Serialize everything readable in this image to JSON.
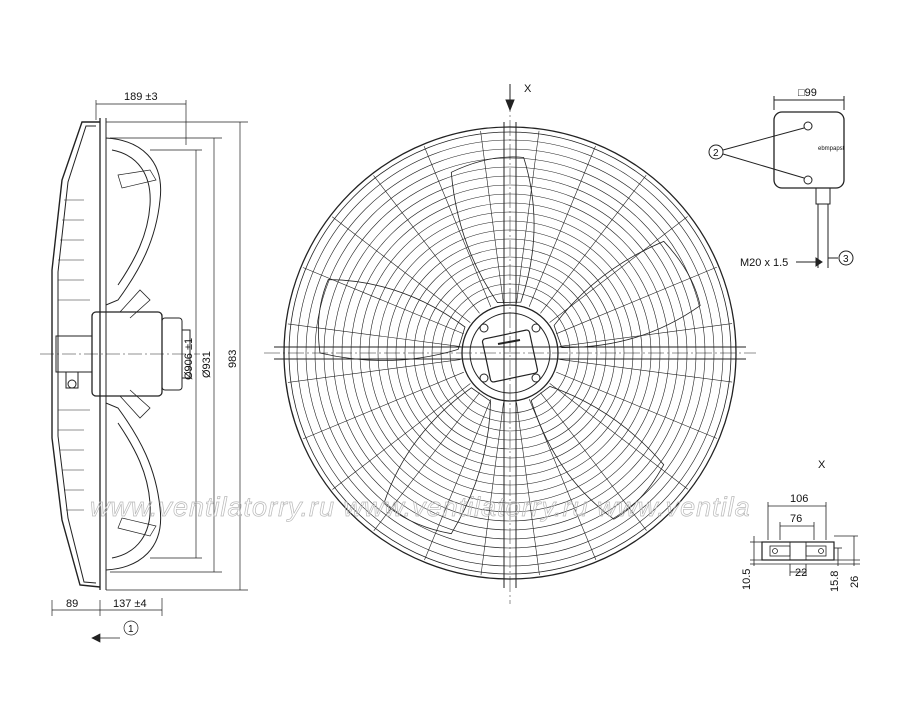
{
  "side_view": {
    "dim_depth_total": "189 ±3",
    "dim_overall_height": "983",
    "dim_diameter_outer": "Ø931",
    "dim_diameter_inner": "Ø906 ±1",
    "dim_left_offset": "89",
    "dim_bottom_depth": "137 ±4",
    "callout_airflow": "1"
  },
  "front_view": {
    "section_marker": "X"
  },
  "terminal_box": {
    "dim_square": "□99",
    "callout_screws": "2",
    "dim_thread": "M20 x 1.5",
    "callout_gland": "3",
    "label_brand": "ebmpapst"
  },
  "detail_x": {
    "title": "X",
    "dim_width_outer": "106",
    "dim_width_inner": "76",
    "dim_slot": "22",
    "dim_height_a": "10.5",
    "dim_height_b": "15.8",
    "dim_height_c": "26"
  },
  "watermark": {
    "text": "www.ventilatorry.ru  www.ventilatorry.ru  www.ventila"
  }
}
